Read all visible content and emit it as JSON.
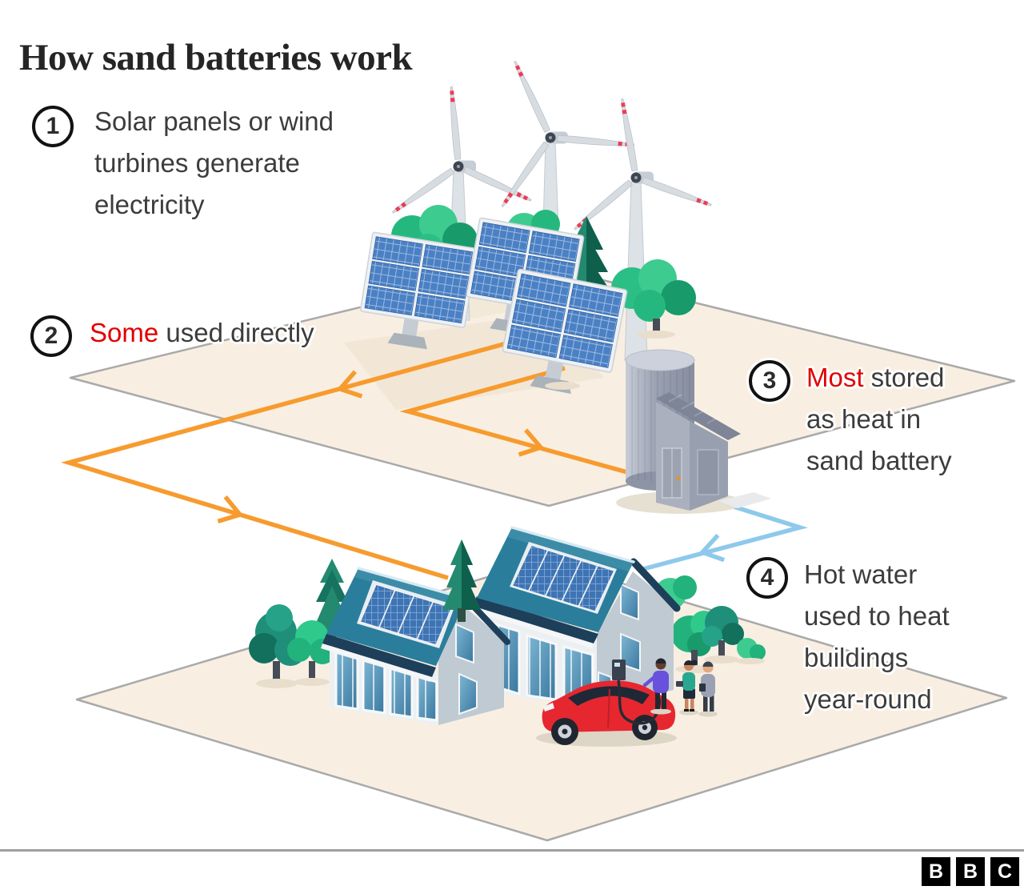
{
  "title": "How sand batteries work",
  "steps": [
    {
      "number": "1",
      "line1": "Solar panels or wind",
      "line2": "turbines generate",
      "line3": "electricity"
    },
    {
      "number": "2",
      "highlight": "Some",
      "rest": " used directly"
    },
    {
      "number": "3",
      "highlight": "Most",
      "rest": " stored",
      "line2": "as heat in",
      "line3": "sand battery"
    },
    {
      "number": "4",
      "line1": "Hot water",
      "line2": "used to heat",
      "line3": "buildings",
      "line4": "year-round"
    }
  ],
  "colors": {
    "highlight_red": "#e10000",
    "electricity_flow_orange": "#f79b2e",
    "hot_water_flow_blue": "#8ec9ec",
    "roof_teal": "#2a7e9c",
    "platform_cream": "#f8efe2",
    "text_dark": "#3c3c3c"
  },
  "branding": {
    "logo_letters": [
      "B",
      "B",
      "C"
    ]
  },
  "illustration": {
    "objects": [
      "wind-turbines",
      "solar-panels",
      "sand-battery-silo",
      "solar-roof-houses",
      "ev-car-charging",
      "people",
      "trees"
    ]
  }
}
